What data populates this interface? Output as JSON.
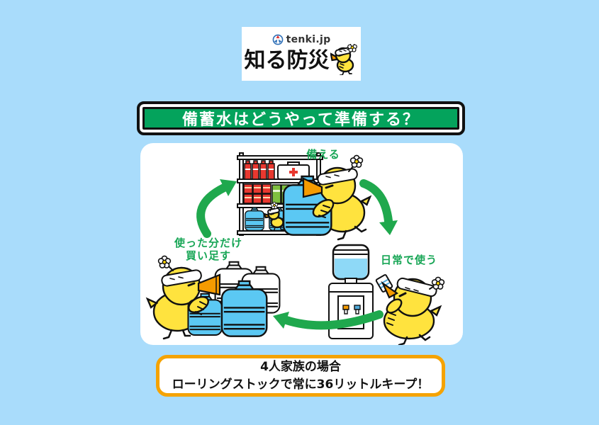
{
  "colors": {
    "page_bg": "#A9DCFB",
    "banner_green": "#04A35C",
    "accent_green": "#18A656",
    "arrow_green": "#1FA84D",
    "note_border_orange": "#F5A302",
    "chick_yellow": "#FFE33E",
    "beak_orange": "#F59B00",
    "water_blue": "#5BC8F3"
  },
  "header": {
    "brand": "tenki.jp",
    "series_title": "知る防災"
  },
  "title_banner": {
    "text": "備蓄水はどうやって準備する？"
  },
  "diagram": {
    "type": "cycle",
    "steps": [
      {
        "id": "prepare",
        "label": "備える",
        "illustration": "chick-stocking-water-jugs-on-shelf"
      },
      {
        "id": "daily-use",
        "label": "日常で使う",
        "illustration": "chick-drinking-from-water-dispenser"
      },
      {
        "id": "restock",
        "label_line1": "使った分だけ",
        "label_line2": "買い足す",
        "illustration": "chick-buying-replacement-water-jugs"
      }
    ]
  },
  "footnote": {
    "line1": "4人家族の場合",
    "line2": "ローリングストックで常に36リットルキープ！"
  }
}
